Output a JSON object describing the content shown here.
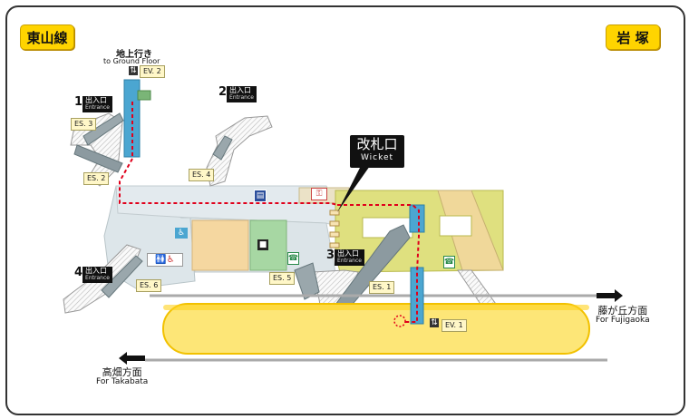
{
  "lines": {
    "left": "東山線",
    "right": "岩 塚"
  },
  "ground_floor": {
    "jp": "地上行き",
    "en": "to Ground Floor"
  },
  "elevators": {
    "ev1": "EV. 1",
    "ev2": "EV. 2"
  },
  "escalators": {
    "es1": "ES. 1",
    "es2": "ES. 2",
    "es3": "ES. 3",
    "es4": "ES. 4",
    "es5": "ES. 5",
    "es6": "ES. 6"
  },
  "entrances": [
    {
      "num": "1",
      "jp": "出入口",
      "en": "Entrance"
    },
    {
      "num": "2",
      "jp": "出入口",
      "en": "Entrance"
    },
    {
      "num": "3",
      "jp": "出入口",
      "en": "Entrance"
    },
    {
      "num": "4",
      "jp": "出入口",
      "en": "Entrance"
    }
  ],
  "wicket": {
    "jp": "改札口",
    "en": "Wicket"
  },
  "directions": {
    "right_jp": "藤が丘方面",
    "right_en": "For Fujigaoka",
    "left_jp": "高畑方面",
    "left_en": "For Takabata"
  },
  "icons": [
    "elevator-icon",
    "ticket-machine-icon",
    "phone-icon",
    "toilet-icon",
    "wheelchair-icon",
    "station-office-icon",
    "locker-icon"
  ],
  "colors": {
    "concourse": "#dde6ea",
    "paid_area": "#dfe07f",
    "shop": "#f5d7a0",
    "office": "#a7d7a3",
    "elevator": "#4ba6d1",
    "platform": "#fde677",
    "route": "#e0001b",
    "badge": "#ffd400"
  }
}
